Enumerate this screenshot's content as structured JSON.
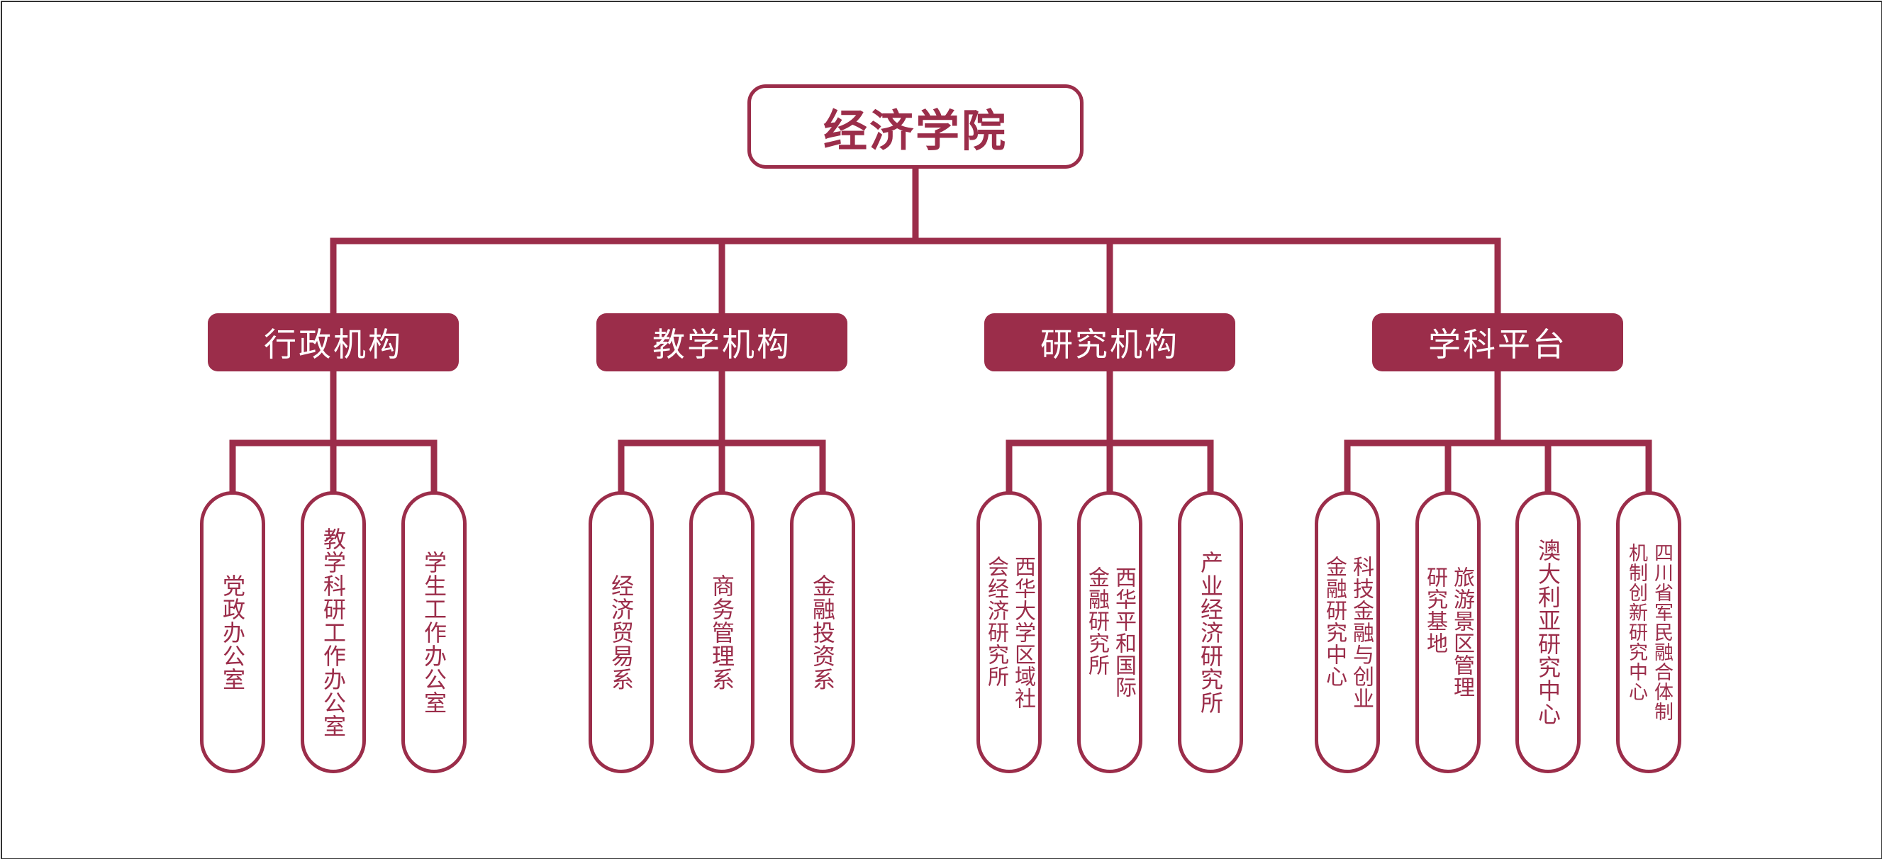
{
  "accent_color": "#9b2d4a",
  "root": {
    "label": "经济学院"
  },
  "categories": [
    {
      "label": "行政机构",
      "units": [
        {
          "lines": [
            "党政办公室"
          ]
        },
        {
          "lines": [
            "教学科研工作办公室"
          ]
        },
        {
          "lines": [
            "学生工作办公室"
          ]
        }
      ]
    },
    {
      "label": "教学机构",
      "units": [
        {
          "lines": [
            "经济贸易系"
          ]
        },
        {
          "lines": [
            "商务管理系"
          ]
        },
        {
          "lines": [
            "金融投资系"
          ]
        }
      ]
    },
    {
      "label": "研究机构",
      "units": [
        {
          "lines": [
            "西华大学区域社",
            "会经济研究所"
          ]
        },
        {
          "lines": [
            "西华平和国际",
            "金融研究所"
          ]
        },
        {
          "lines": [
            "产业经济研究所"
          ]
        }
      ]
    },
    {
      "label": "学科平台",
      "units": [
        {
          "lines": [
            "科技金融与创业",
            "金融研究中心"
          ]
        },
        {
          "lines": [
            "旅游景区管理",
            "研究基地"
          ]
        },
        {
          "lines": [
            "澳大利亚研究中心"
          ]
        },
        {
          "lines": [
            "四川省军民融合体制",
            "机制创新研究中心"
          ]
        }
      ]
    }
  ]
}
